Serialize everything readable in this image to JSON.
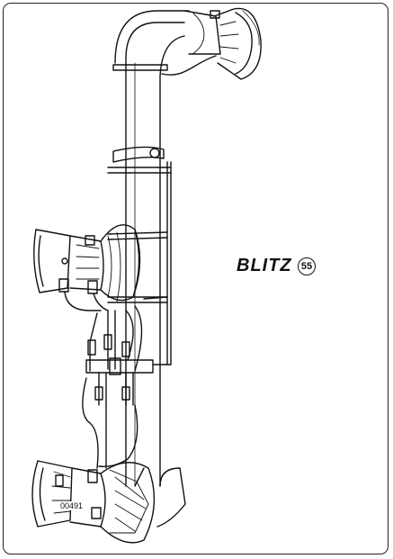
{
  "label": {
    "brand": "BLITZ",
    "number": "55"
  },
  "figure_ref": "00491"
}
